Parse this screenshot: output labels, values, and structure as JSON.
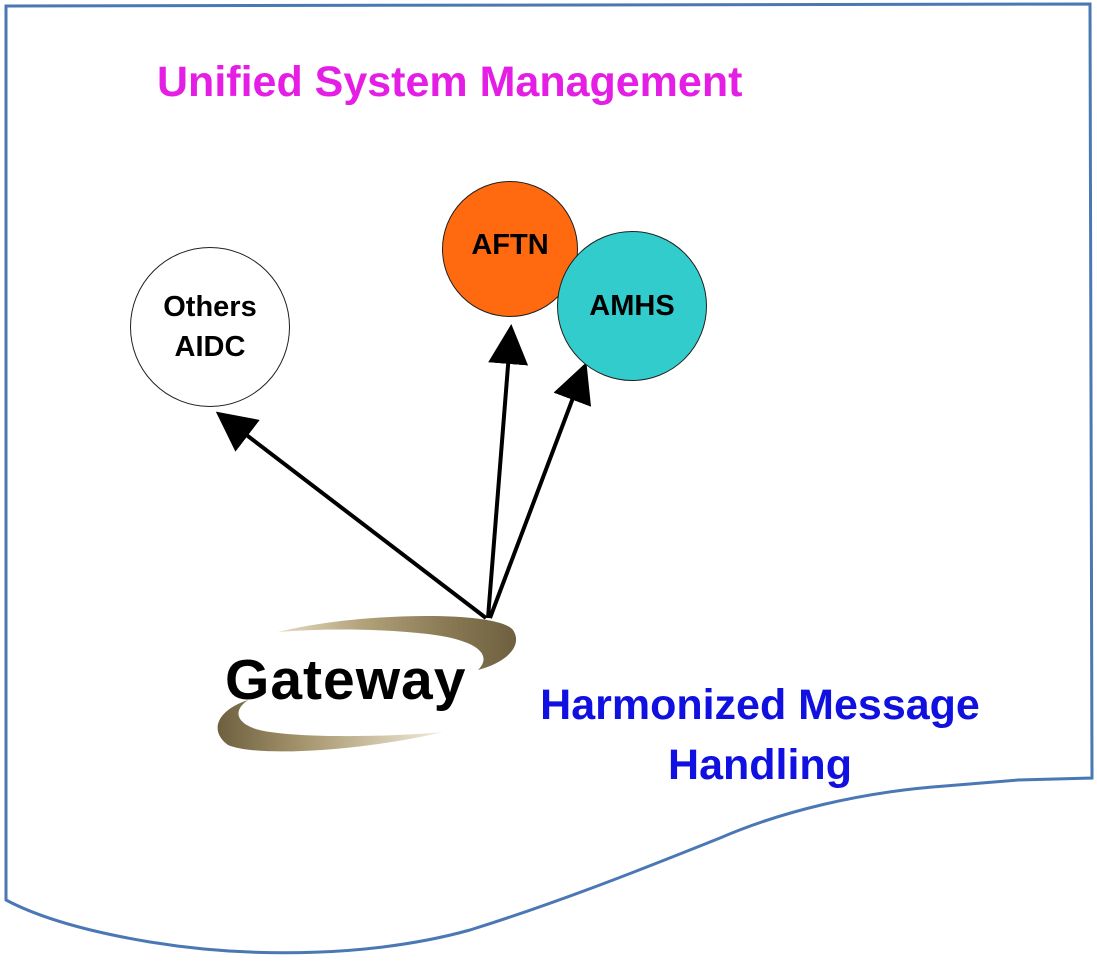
{
  "title": {
    "text": "Unified System Management",
    "color": "#e51ee5"
  },
  "subtitle": {
    "line1": "Harmonized Message",
    "line2": "Handling",
    "color": "#1010e0"
  },
  "gateway": {
    "label": "Gateway",
    "swoosh_color": "#b3a37c"
  },
  "nodes": {
    "others": {
      "line1": "Others",
      "line2": "AIDC",
      "fill": "#ffffff"
    },
    "aftn": {
      "label": "AFTN",
      "fill": "#ff6a10"
    },
    "amhs": {
      "label": "AMHS",
      "fill": "#33cccc"
    }
  },
  "frame": {
    "border_color": "#4a78b4"
  }
}
